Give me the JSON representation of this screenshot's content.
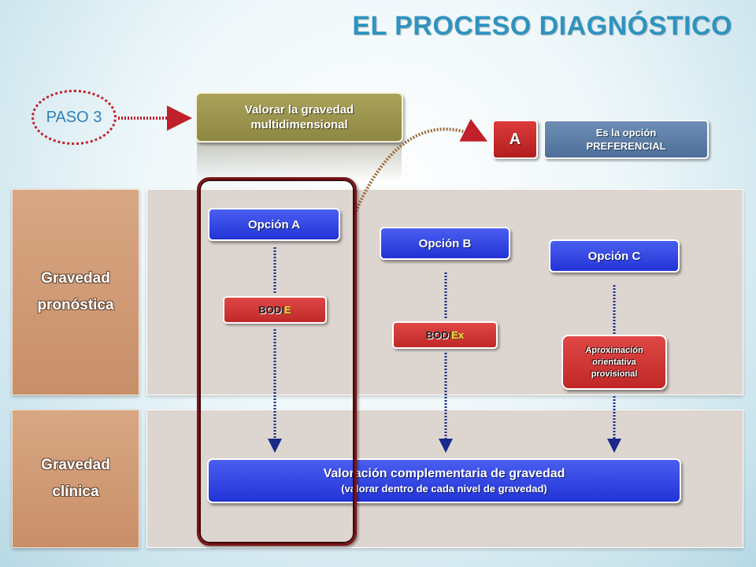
{
  "title": "EL PROCESO DIAGNÓSTICO",
  "step": "PASO 3",
  "task": {
    "line1": "Valorar la gravedad",
    "line2": "multidimensional"
  },
  "recommendation": {
    "badge": "A",
    "line1": "Es la opción",
    "line2": "PREFERENCIAL"
  },
  "rows": [
    {
      "line1": "Gravedad",
      "line2": "pronóstica"
    },
    {
      "line1": "Gravedad",
      "line2": "clínica"
    }
  ],
  "options": [
    "Opción A",
    "Opción B",
    "Opción C"
  ],
  "indexes": [
    {
      "base": "BOD",
      "sep": "/",
      "suffix": "E"
    },
    {
      "base": "BOD",
      "sep": "/",
      "suffix": "Ex"
    }
  ],
  "approximation": {
    "line1": "Aproximación",
    "line2": "orientativa",
    "line3": "provisional"
  },
  "complementary": {
    "line1": "Valoración complementaria de gravedad",
    "line2": "(valorar dentro de cada nivel de gravedad)"
  },
  "colors": {
    "title": "#2f93bf",
    "option_blue": "#2233d6",
    "index_red": "#c02828",
    "task_olive": "#8e8743",
    "row_label": "#c88f69",
    "highlight_border": "#7a1418",
    "dotted_arrow_red": "#c0202a",
    "dotted_arrow_blue": "#1a2a8a"
  }
}
